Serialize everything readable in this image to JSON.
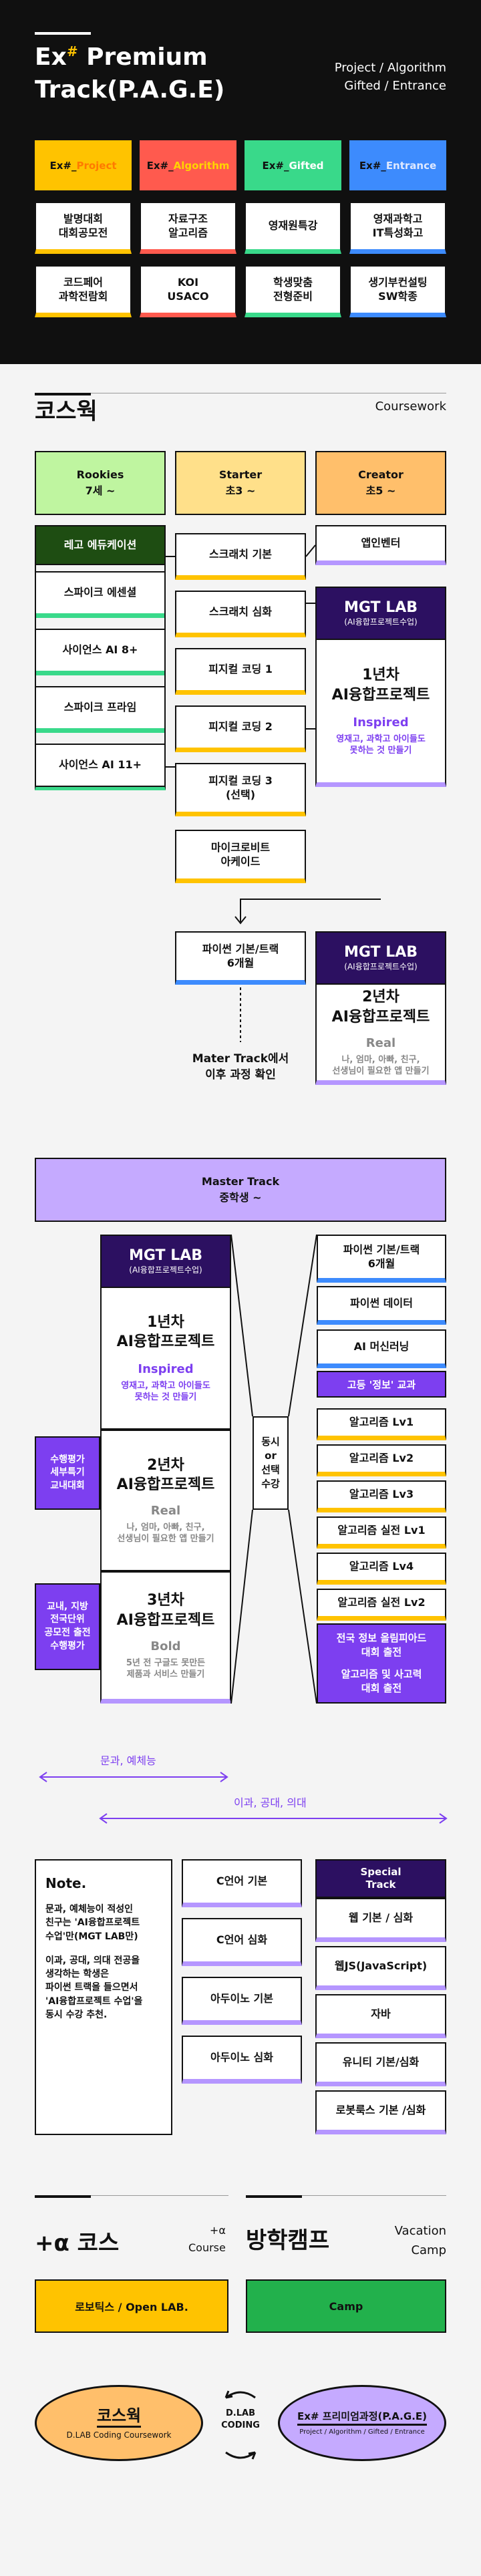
{
  "header": {
    "brand": "Ex",
    "brand_mark": "#",
    "title_line1": "Premium",
    "title_line2": "Track(P.A.G.E)",
    "subtitle_line1": "Project / Algorithm",
    "subtitle_line2": "Gifted / Entrance",
    "tracks": [
      {
        "label_prefix": "Ex#_",
        "label_key": "Project",
        "color": "#ffc300",
        "key_color": "#ff7a00",
        "items": [
          "발명대회\n대회공모전",
          "코드페어\n과학전람회"
        ]
      },
      {
        "label_prefix": "Ex#_",
        "label_key": "Algorithm",
        "color": "#ff5a4e",
        "key_color": "#ffd400",
        "items": [
          "자료구조\n알고리즘",
          "KOI\nUSACO"
        ]
      },
      {
        "label_prefix": "Ex#_",
        "label_key": "Gifted",
        "color": "#39d98a",
        "key_color": "#ffffff",
        "items": [
          "영재원특강",
          "학생맞춤\n전형준비"
        ]
      },
      {
        "label_prefix": "Ex#_",
        "label_key": "Entrance",
        "color": "#3d8bfd",
        "key_color": "#dfe9ff",
        "items": [
          "영재과학고\nIT특성화고",
          "생기부컨설팅\nSW학종"
        ]
      }
    ]
  },
  "coursework": {
    "title": "코스웍",
    "title_en": "Coursework",
    "columns": [
      {
        "name": "Rookies",
        "age": "7세 ~",
        "color": "#bff5a0"
      },
      {
        "name": "Starter",
        "age": "초3 ~",
        "color": "#ffe08a"
      },
      {
        "name": "Creator",
        "age": "초5 ~",
        "color": "#ffbf6b"
      }
    ],
    "rookies": [
      "레고 에듀케이션",
      "스파이크 에센셜",
      "사이언스 AI 8+",
      "스파이크 프라임",
      "사이언스 AI 11+"
    ],
    "starter": [
      "스크래치 기본",
      "스크래치 심화",
      "피지컬 코딩 1",
      "피지컬 코딩 2",
      "피지컬 코딩 3\n(선택)",
      "마이크로비트\n아케이드"
    ],
    "creator_top": "앱인벤터",
    "mgt_lab": "MGT LAB",
    "mgt_sub": "(AI융합프로젝트수업)",
    "year1_title": "1년차\nAI융합프로젝트",
    "year1_tag": "Inspired",
    "year1_desc": "영재고, 과학고 아이들도\n못하는 것 만들기",
    "python_basic": "파이썬 기본/트랙\n6개월",
    "year2_title": "2년차\nAI융합프로젝트",
    "year2_tag": "Real",
    "year2_desc": "나, 엄마, 아빠, 친구,\n선생님이 필요한 앱 만들기",
    "master_note": "Mater Track에서\n이후 과정 확인"
  },
  "master": {
    "title": "Master Track",
    "subtitle": "중학생 ~",
    "year3_title": "3년차\nAI융합프로젝트",
    "year3_tag": "Bold",
    "year3_desc": "5년 전 구글도 못만든\n제품과 서비스 만들기",
    "side_note1": "수행평가\n세부특기\n교내대회",
    "side_note2": "교내, 지방\n전국단위\n공모전 출전\n수행평가",
    "choice": "동시\nor\n선택\n수강",
    "right": [
      "파이썬 기본/트랙\n6개월",
      "파이썬 데이터",
      "AI 머신러닝"
    ],
    "right_tag": "고등 '정보' 교과",
    "algo": [
      "알고리즘 Lv1",
      "알고리즘 Lv2",
      "알고리즘 Lv3",
      "알고리즘 실전 Lv1",
      "알고리즘 Lv4",
      "알고리즘 실전 Lv2"
    ],
    "olympiad": "전국 정보 올림피아드\n대회 출전",
    "company": "알고리즘 및 사고력\n대회 출전",
    "range1": "문과, 예체능",
    "range2": "이과, 공대, 의대"
  },
  "note": {
    "title": "Note.",
    "p1": "문과, 예체능이 적성인\n친구는 'AI융합프로젝트\n수업'만(MGT LAB만)",
    "p2": "이과, 공대, 의대 전공을\n생각하는 학생은\n파이썬 트랙을 들으면서\n'AI융합프로젝트 수업'을\n동시 수강 추천.",
    "middle": [
      "C언어 기본",
      "C언어 심화",
      "아두이노 기본",
      "아두이노 심화"
    ],
    "special_title": "Special\nTrack",
    "special": [
      "웹 기본 / 심화",
      "웹JS(JavaScript)",
      "자바",
      "유니티 기본/심화",
      "로봇룩스 기본 /심화"
    ]
  },
  "alpha": {
    "title": "+α 코스",
    "en_prefix": "+α",
    "en": "Course",
    "item": "로보틱스 / Open LAB.",
    "item_color": "#ffc300"
  },
  "camp": {
    "title": "방학캠프",
    "en1": "Vacation",
    "en2": "Camp",
    "item": "Camp",
    "item_color": "#22b14c"
  },
  "footer": {
    "left_title": "코스웍",
    "left_sub": "D.LAB Coding Coursework",
    "center": "D.LAB\nCODING",
    "right_title": "Ex# 프리미엄과정(P.A.G.E)",
    "right_sub": "Project / Algorithm / Gifted / Entrance"
  }
}
